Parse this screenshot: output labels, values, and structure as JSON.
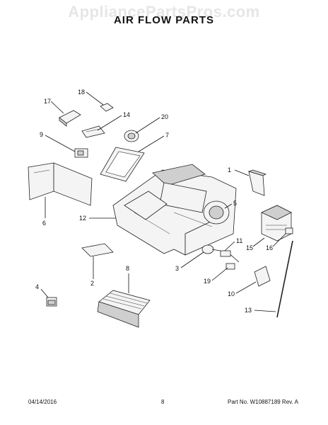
{
  "watermark": "AppliancePartsPros.com",
  "title": "AIR FLOW PARTS",
  "callouts": {
    "c1": "1",
    "c2": "2",
    "c3": "3",
    "c4": "4",
    "c5": "5",
    "c6": "6",
    "c7": "7",
    "c8": "8",
    "c9": "9",
    "c10": "10",
    "c11": "11",
    "c12": "12",
    "c13": "13",
    "c14": "14",
    "c15": "15",
    "c16": "16",
    "c17": "17",
    "c18": "18",
    "c19": "19",
    "c20": "20"
  },
  "footer": {
    "date": "04/14/2016",
    "page": "8",
    "part_no": "Part No. W10887189  Rev. A"
  }
}
